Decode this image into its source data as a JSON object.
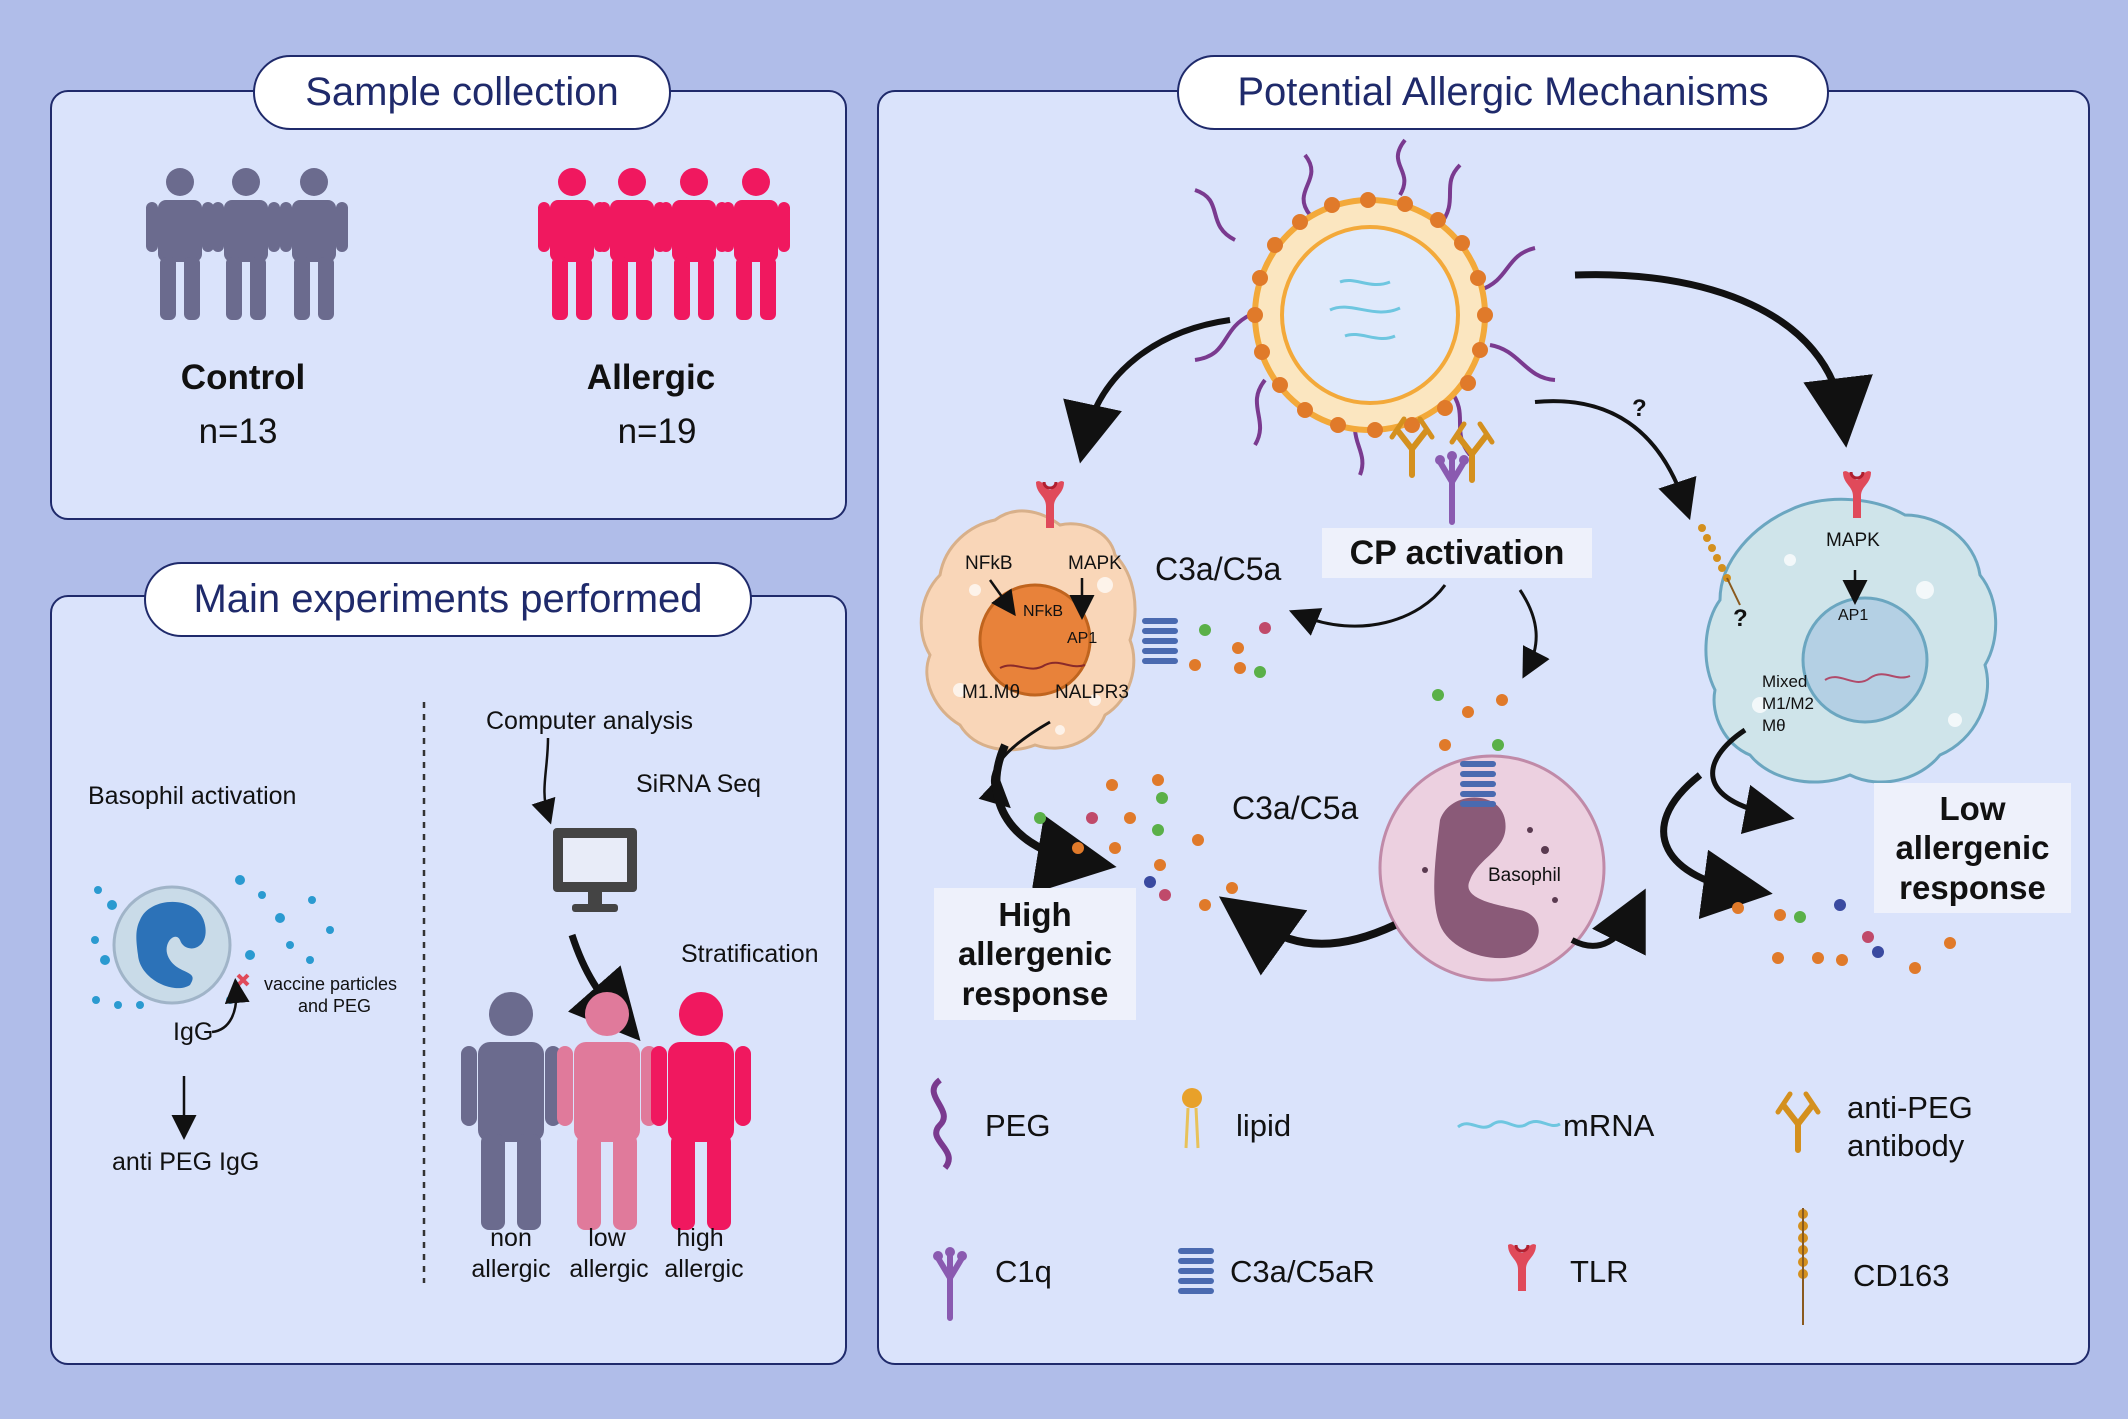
{
  "sample_collection": {
    "title": "Sample collection",
    "control_label": "Control",
    "control_n": "n=13",
    "allergic_label": "Allergic",
    "allergic_n": "n=19"
  },
  "main_experiments": {
    "title": "Main experiments performed",
    "basophil_activation": "Basophil activation",
    "vaccine_particles_line1": "vaccine particles",
    "vaccine_particles_line2": "and PEG",
    "igg": "IgG",
    "anti_peg_igg": "anti PEG IgG",
    "computer_analysis": "Computer analysis",
    "sirna_seq": "SiRNA Seq",
    "stratification": "Stratification",
    "groups": [
      {
        "line1": "non",
        "line2": "allergic"
      },
      {
        "line1": "low",
        "line2": "allergic"
      },
      {
        "line1": "high",
        "line2": "allergic"
      }
    ]
  },
  "mechanisms": {
    "title": "Potential Allergic Mechanisms",
    "cp_activation": "CP activation",
    "c3a_c5a_top": "C3a/C5a",
    "c3a_c5a_mid": "C3a/C5a",
    "question_top": "?",
    "question_cell": "?",
    "left_cell": {
      "nfkb_outer": "NFkB",
      "mapk": "MAPK",
      "nfkb_inner": "NFkB",
      "ap1": "AP1",
      "m1": "M1.Mθ",
      "nalpr3": "NALPR3"
    },
    "right_cell": {
      "mapk": "MAPK",
      "ap1": "AP1",
      "mixed_line1": "Mixed",
      "mixed_line2": "M1/M2",
      "mixed_line3": "Mθ"
    },
    "basophil": "Basophil",
    "high_response": {
      "line1": "High",
      "line2": "allergenic",
      "line3": "response"
    },
    "low_response": {
      "line1": "Low",
      "line2": "allergenic",
      "line3": "response"
    }
  },
  "legend": {
    "peg": "PEG",
    "lipid": "lipid",
    "mrna": "mRNA",
    "anti_peg_line1": "anti-PEG",
    "anti_peg_line2": "antibody",
    "c1q": "C1q",
    "c3a_c5ar": "C3a/C5aR",
    "tlr": "TLR",
    "cd163": "CD163"
  },
  "colors": {
    "background": "#b0bde9",
    "panel": "#dae3fb",
    "navy": "#1f2a6b",
    "control_person": "#6b6b8e",
    "allergic_person": "#f0185f",
    "low_person": "#e07a9b",
    "peg": "#7a3a8f",
    "lipid_head": "#e07a2a",
    "macrophage_left": "#f9d6b8",
    "macrophage_right": "#cfe4ea"
  }
}
